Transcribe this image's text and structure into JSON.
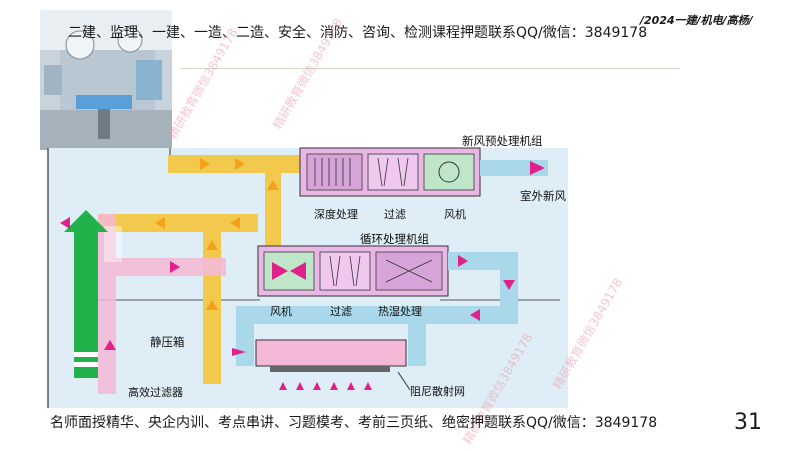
{
  "header": {
    "banner": "二建、监理、一建、一造、二造、安全、消防、咨询、检测课程押题联系QQ/微信：3849178",
    "tag": "/2024一建/机电/高杨/"
  },
  "footer": {
    "banner": "名师面授精华、央企内训、考点串讲、习题模考、考前三页纸、绝密押题联系QQ/微信：3849178",
    "page_number": "31"
  },
  "diagram": {
    "labels": {
      "fresh_air_unit": "新风预处理机组",
      "outdoor_air": "室外新风",
      "dehumidify_1": "深度处理",
      "filter_1": "过滤",
      "fan_1": "风机",
      "circulation_unit": "循环处理机组",
      "fan_2": "风机",
      "filter_2": "过滤",
      "heat_wet": "热湿处理",
      "static_box": "静压箱",
      "hepa_filter": "高效过滤器",
      "damping_net": "阻尼散射网"
    },
    "watermark": "精研教育微信3849178"
  },
  "colors": {
    "duct_yellow": "#f2c94c",
    "duct_pink": "#f4b9d6",
    "duct_blue": "#a9d8ea",
    "arrow_green": "#22b24c",
    "arrow_magenta": "#e0218a",
    "unit_pink": "#e9b7e6",
    "unit_green": "#bfe6c8"
  }
}
